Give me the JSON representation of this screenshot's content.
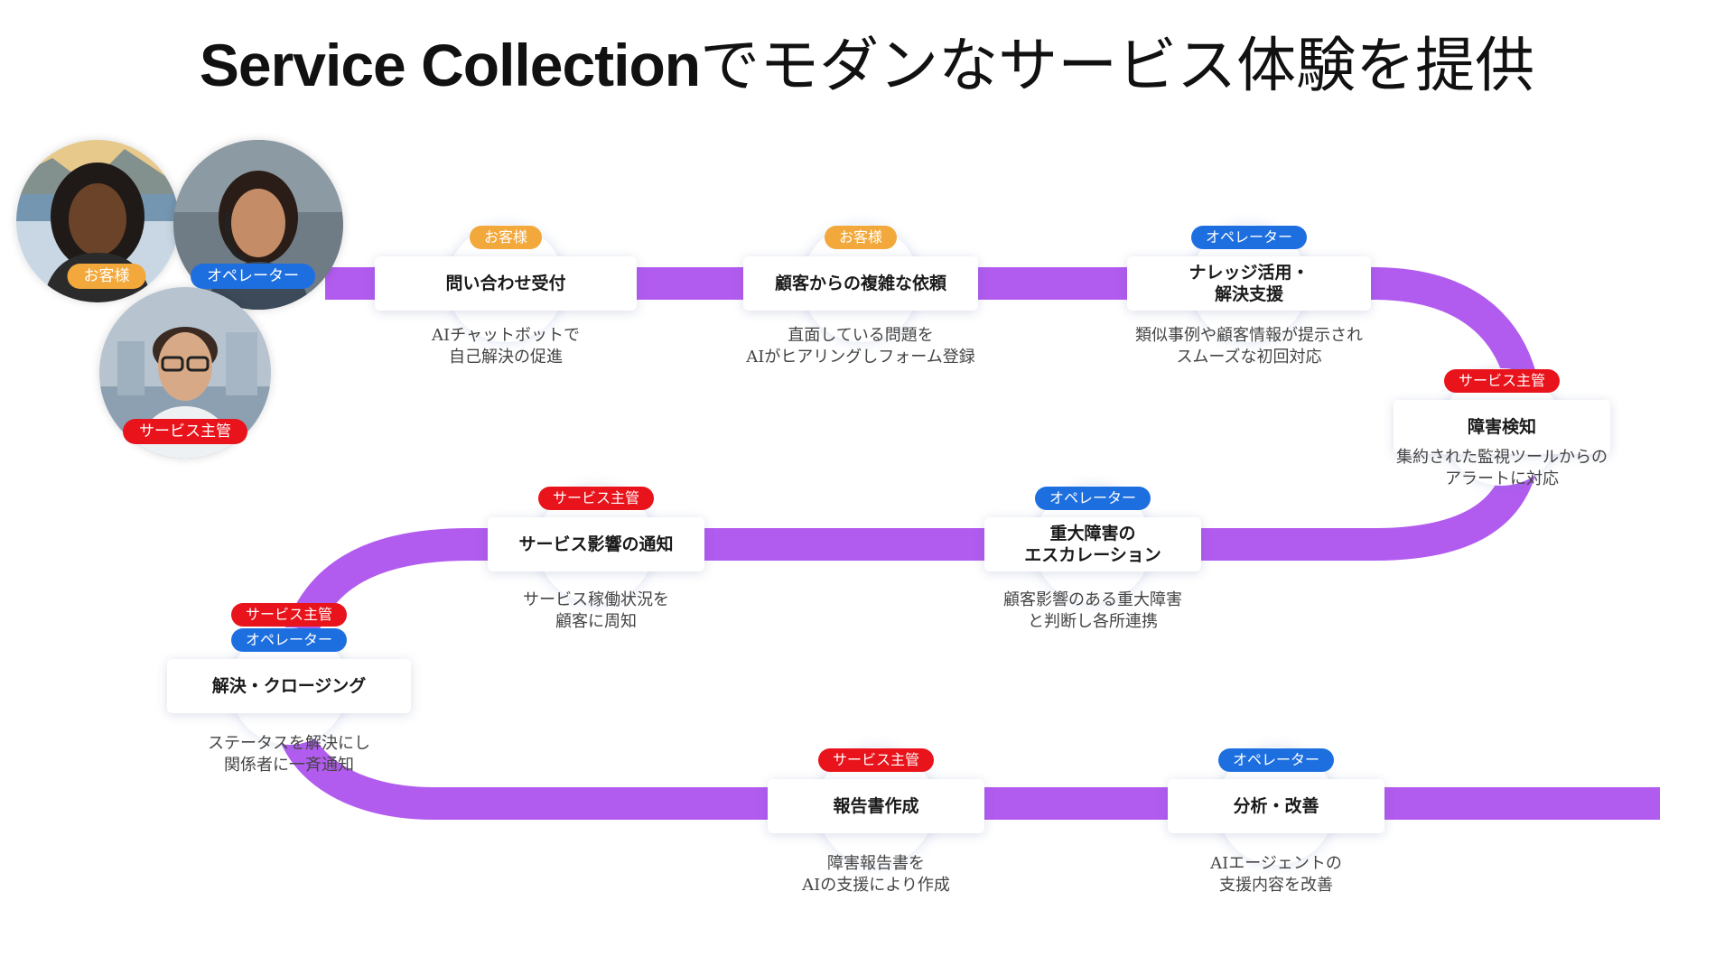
{
  "title": {
    "brand": "Service Collection",
    "text": "でモダンなサービス体験を提供"
  },
  "colors": {
    "track": "#b25cef",
    "customer": "#f2a83b",
    "operator": "#1d6fe0",
    "manager": "#e8131b"
  },
  "personas": [
    {
      "role": "お客様",
      "icon": "customer-photo"
    },
    {
      "role": "オペレーター",
      "icon": "operator-photo"
    },
    {
      "role": "サービス主管",
      "icon": "manager-photo"
    }
  ],
  "steps": [
    {
      "title": "問い合わせ受付",
      "tags": [
        {
          "label": "お客様",
          "kind": "customer"
        }
      ],
      "desc": "AIチャットボットで\n自己解決の促進"
    },
    {
      "title": "顧客からの複雑な依頼",
      "tags": [
        {
          "label": "お客様",
          "kind": "customer"
        }
      ],
      "desc": "直面している問題を\nAIがヒアリングしフォーム登録"
    },
    {
      "title": "ナレッジ活用・\n解決支援",
      "tags": [
        {
          "label": "オペレーター",
          "kind": "operator"
        }
      ],
      "desc": "類似事例や顧客情報が提示され\nスムーズな初回対応"
    },
    {
      "title": "障害検知",
      "tags": [
        {
          "label": "サービス主管",
          "kind": "manager"
        }
      ],
      "desc": "集約された監視ツールからの\nアラートに対応"
    },
    {
      "title": "重大障害の\nエスカレーション",
      "tags": [
        {
          "label": "オペレーター",
          "kind": "operator"
        }
      ],
      "desc": "顧客影響のある重大障害\nと判断し各所連携"
    },
    {
      "title": "サービス影響の通知",
      "tags": [
        {
          "label": "サービス主管",
          "kind": "manager"
        }
      ],
      "desc": "サービス稼働状況を\n顧客に周知"
    },
    {
      "title": "解決・クロージング",
      "tags": [
        {
          "label": "サービス主管",
          "kind": "manager"
        },
        {
          "label": "オペレーター",
          "kind": "operator"
        }
      ],
      "desc": "ステータスを解決にし\n関係者に一斉通知"
    },
    {
      "title": "報告書作成",
      "tags": [
        {
          "label": "サービス主管",
          "kind": "manager"
        }
      ],
      "desc": "障害報告書を\nAIの支援により作成"
    },
    {
      "title": "分析・改善",
      "tags": [
        {
          "label": "オペレーター",
          "kind": "operator"
        }
      ],
      "desc": "AIエージェントの\n支援内容を改善"
    }
  ]
}
